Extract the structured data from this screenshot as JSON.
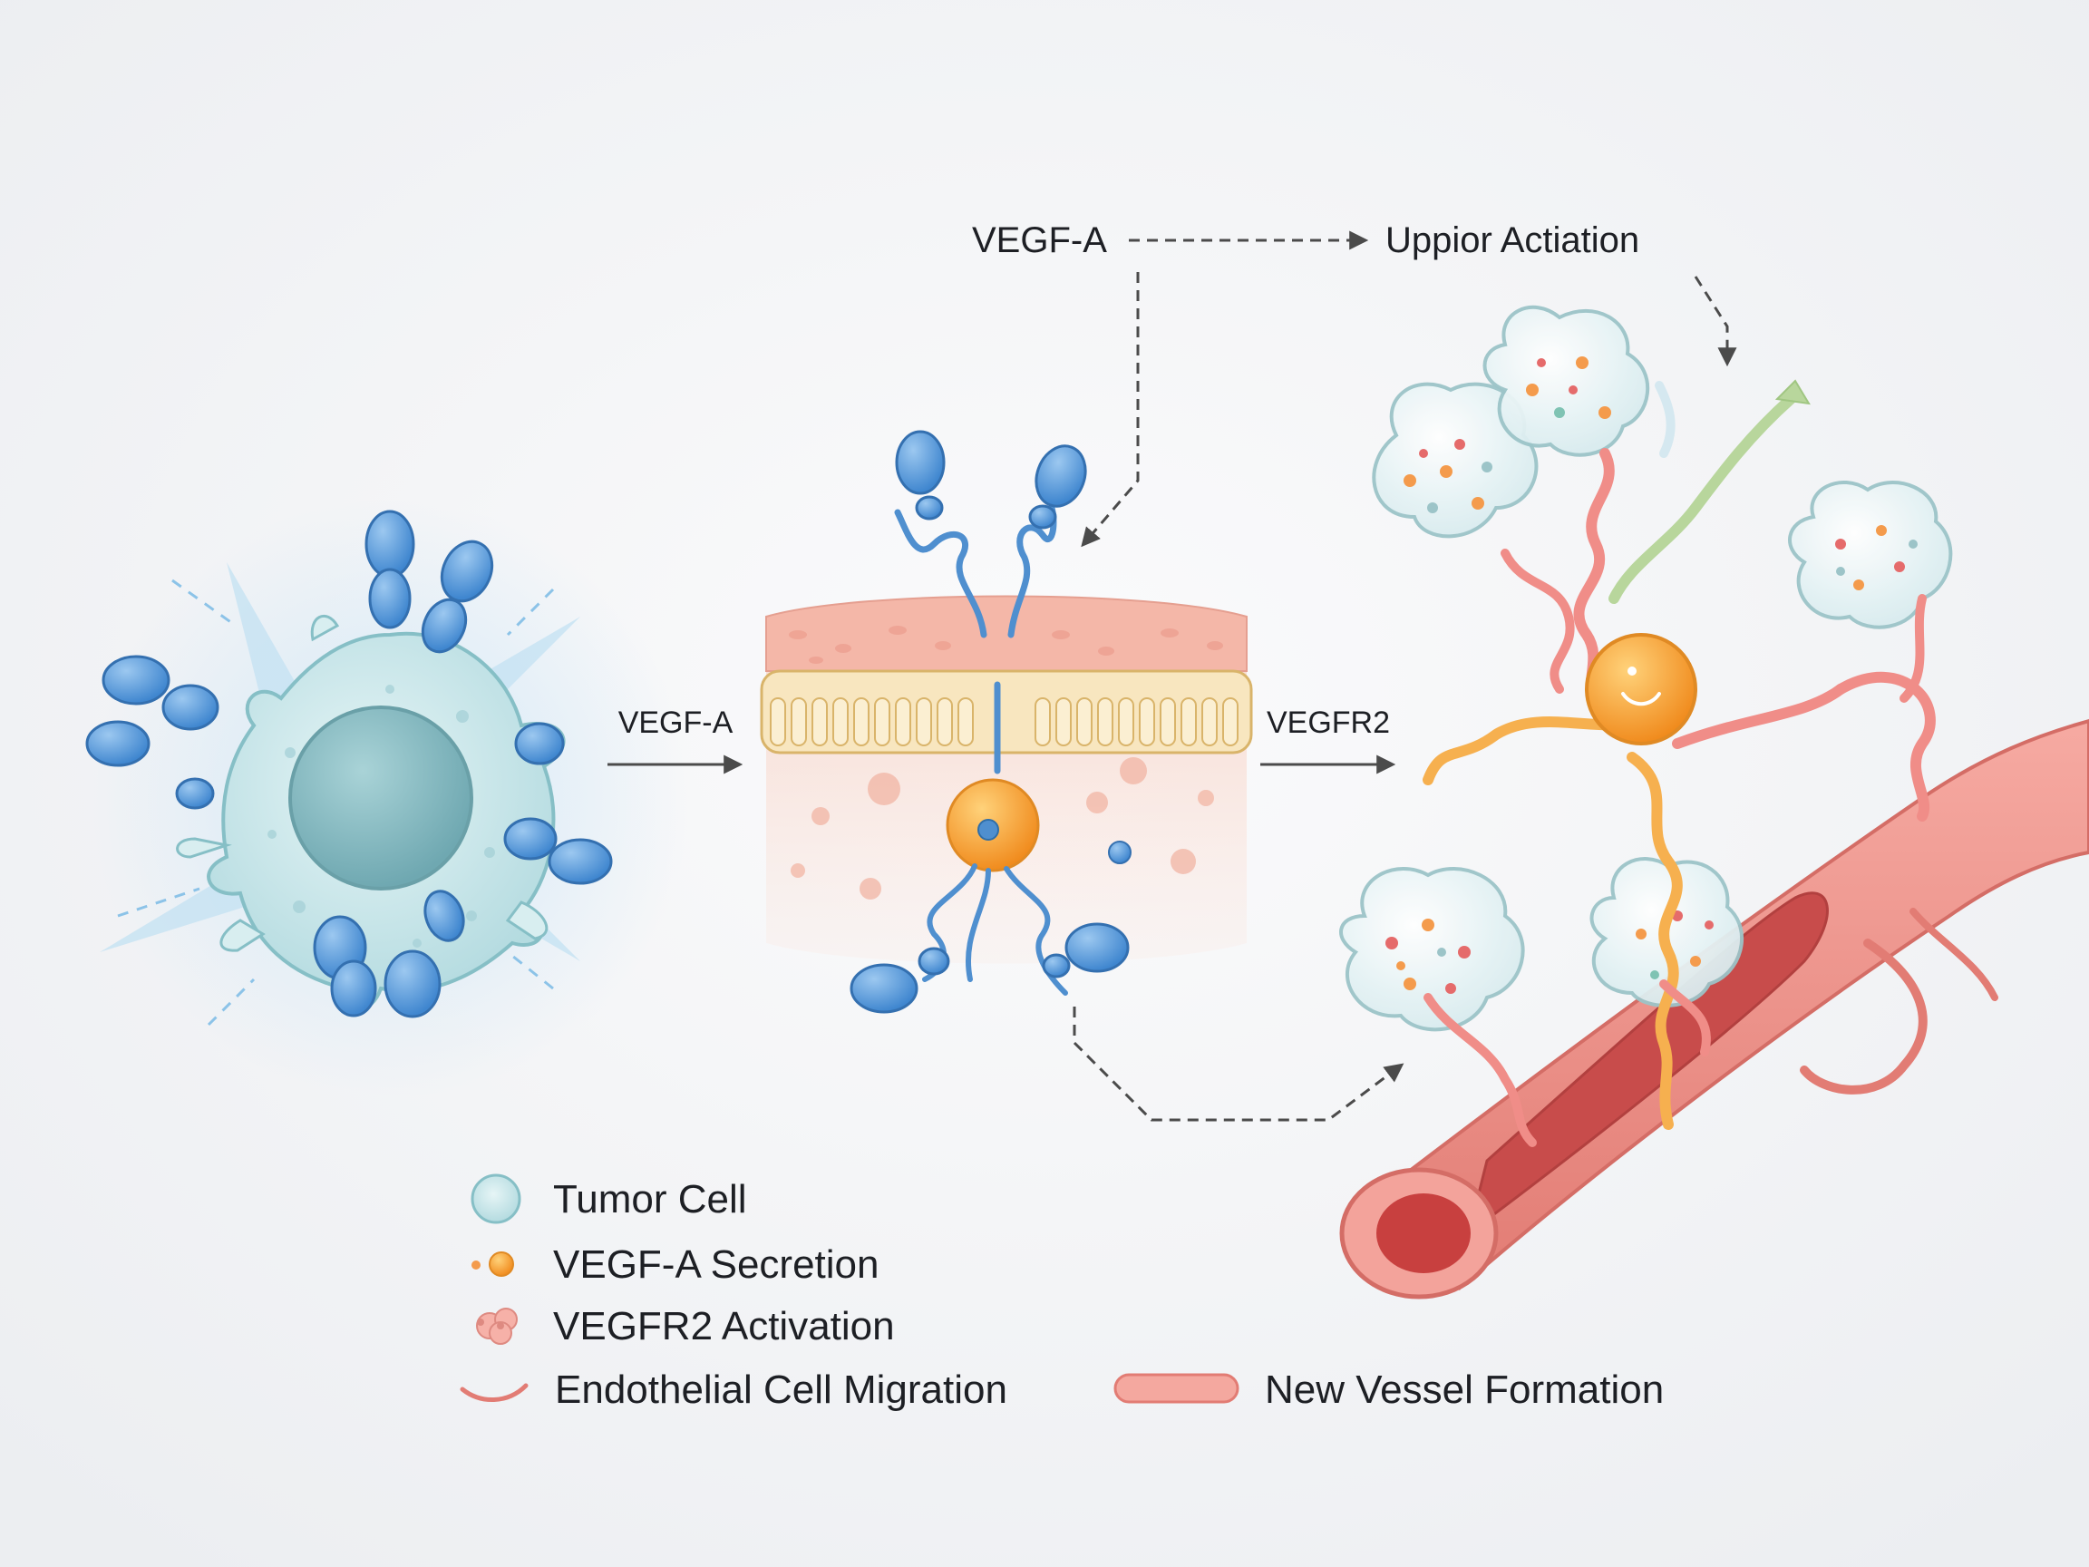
{
  "labels": {
    "top_source": "VEGF-A",
    "top_target": "Uppior Actiation",
    "arrow_left": "VEGF-A",
    "arrow_right": "VEGFR2"
  },
  "legend": {
    "tumor_cell": "Tumor Cell",
    "vegfa_secretion": "VEGF-A Secretion",
    "vegfr2_activation": "VEGFR2 Activation",
    "endothelial_migration": "Endothelial Cell Migration",
    "new_vessel": "New Vessel Formation"
  },
  "colors": {
    "background": "#f3f4f6",
    "tumor_cell": "#c9e6e8",
    "vegf_molecule": "#5a9fdc",
    "orange_node": "#f5a236",
    "membrane": "#f8cfc4",
    "vessel": "#ec8a82",
    "ribbon_pink": "#f08d88",
    "ribbon_orange": "#f6b04f",
    "ribbon_green": "#a9cf8d",
    "arrow": "#4b4b4b"
  }
}
